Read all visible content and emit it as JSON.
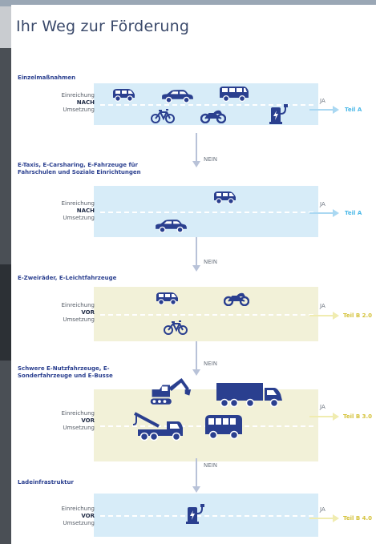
{
  "title": "Ihr Weg zur Förderung",
  "sections": [
    {
      "label": "Einzelmaßnahmen",
      "step_top": "Einreichung",
      "step_mid": "NACH",
      "step_bottom": "Umsetzung",
      "yes": "JA",
      "result": "Teil A",
      "no": "NEIN"
    },
    {
      "label": "E-Taxis, E-Carsharing, E-Fahrzeuge für Fahrschulen und Soziale Einrichtungen",
      "step_top": "Einreichung",
      "step_mid": "NACH",
      "step_bottom": "Umsetzung",
      "yes": "JA",
      "result": "Teil A",
      "no": "NEIN"
    },
    {
      "label": "E-Zweiräder, E-Leichtfahrzeuge",
      "step_top": "Einreichung",
      "step_mid": "VOR",
      "step_bottom": "Umsetzung",
      "yes": "JA",
      "result": "Teil B 2.0",
      "no": "NEIN"
    },
    {
      "label": "Schwere E-Nutzfahrzeuge, E-Sonderfahrzeuge und E-Busse",
      "step_top": "Einreichung",
      "step_mid": "VOR",
      "step_bottom": "Umsetzung",
      "yes": "JA",
      "result": "Teil B 3.0",
      "no": "NEIN"
    },
    {
      "label": "Ladeinfrastruktur",
      "step_top": "Einreichung",
      "step_mid": "VOR",
      "step_bottom": "Umsetzung",
      "yes": "JA",
      "result": "Teil B 4.0"
    }
  ],
  "colors": {
    "navy": "#2a3f8f",
    "lane_blue": "#d7ecf8",
    "lane_beige": "#f2f1d8",
    "teil_blue": "#4ab8e8",
    "teil_yellow": "#d4c23a"
  },
  "icons": [
    "minivan-icon",
    "car-icon",
    "van-icon",
    "charging-station-icon",
    "bicycle-icon",
    "motorcycle-icon",
    "excavator-icon",
    "truck-icon",
    "tow-truck-icon",
    "bus-icon"
  ]
}
